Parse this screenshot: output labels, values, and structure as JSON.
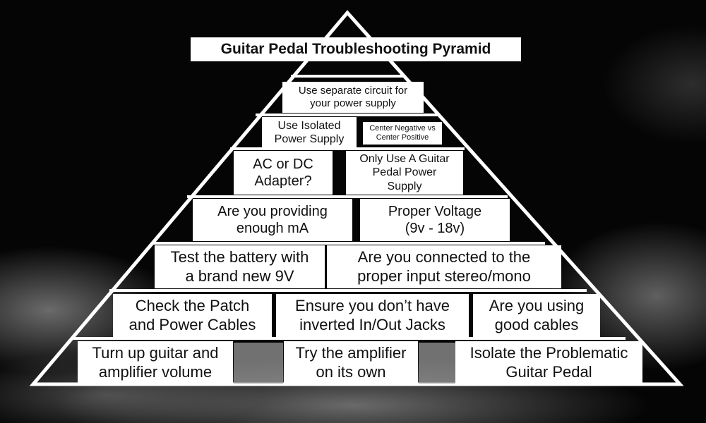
{
  "title": "Guitar Pedal Troubleshooting Pyramid",
  "tiers": [
    {
      "items": [
        {
          "text": "Use separate circuit for\nyour power supply"
        }
      ]
    },
    {
      "items": [
        {
          "text": "Use Isolated\nPower Supply"
        },
        {
          "text": "Center Negative vs\nCenter Positive"
        }
      ]
    },
    {
      "items": [
        {
          "text": "AC or DC\nAdapter?"
        },
        {
          "text": "Only Use A Guitar\nPedal Power\nSupply"
        }
      ]
    },
    {
      "items": [
        {
          "text": "Are you providing\nenough mA"
        },
        {
          "text": "Proper Voltage\n(9v - 18v)"
        }
      ]
    },
    {
      "items": [
        {
          "text": "Test the battery with\na brand new 9V"
        },
        {
          "text": "Are you connected to the\nproper input stereo/mono"
        }
      ]
    },
    {
      "items": [
        {
          "text": "Check the Patch\nand Power Cables"
        },
        {
          "text": "Ensure you don’t have\ninverted In/Out Jacks"
        },
        {
          "text": "Are you using\ngood cables"
        }
      ]
    },
    {
      "items": [
        {
          "text": "Turn up guitar and\namplifier volume"
        },
        {
          "text": "Try the amplifier\non its own"
        },
        {
          "text": "Isolate the Problematic\nGuitar Pedal"
        }
      ]
    }
  ],
  "colors": {
    "background": "#050505",
    "pyramid_stroke": "#ffffff",
    "box_fill": "#ffffff",
    "text": "#111111"
  }
}
